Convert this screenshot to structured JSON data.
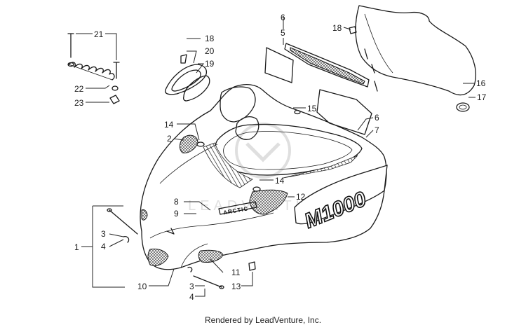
{
  "footer": {
    "credit": "Rendered by LeadVenture, Inc."
  },
  "hood_text": {
    "model": "M1000",
    "brand": "ARCTIC"
  },
  "watermark": "LEADVENTURE",
  "callouts": [
    {
      "id": "c21",
      "label": "21"
    },
    {
      "id": "c22",
      "label": "22"
    },
    {
      "id": "c23",
      "label": "23"
    },
    {
      "id": "c18a",
      "label": "18"
    },
    {
      "id": "c20",
      "label": "20"
    },
    {
      "id": "c19",
      "label": "19"
    },
    {
      "id": "c6a",
      "label": "6"
    },
    {
      "id": "c5",
      "label": "5"
    },
    {
      "id": "c18b",
      "label": "18"
    },
    {
      "id": "c16",
      "label": "16"
    },
    {
      "id": "c17",
      "label": "17"
    },
    {
      "id": "c15",
      "label": "15"
    },
    {
      "id": "c14a",
      "label": "14"
    },
    {
      "id": "c2",
      "label": "2"
    },
    {
      "id": "c6b",
      "label": "6"
    },
    {
      "id": "c7",
      "label": "7"
    },
    {
      "id": "c14b",
      "label": "14"
    },
    {
      "id": "c12",
      "label": "12"
    },
    {
      "id": "c8",
      "label": "8"
    },
    {
      "id": "c9",
      "label": "9"
    },
    {
      "id": "c1",
      "label": "1"
    },
    {
      "id": "c3a",
      "label": "3"
    },
    {
      "id": "c4a",
      "label": "4"
    },
    {
      "id": "c11",
      "label": "11"
    },
    {
      "id": "c10",
      "label": "10"
    },
    {
      "id": "c13",
      "label": "13"
    },
    {
      "id": "c3b",
      "label": "3"
    },
    {
      "id": "c4b",
      "label": "4"
    }
  ]
}
